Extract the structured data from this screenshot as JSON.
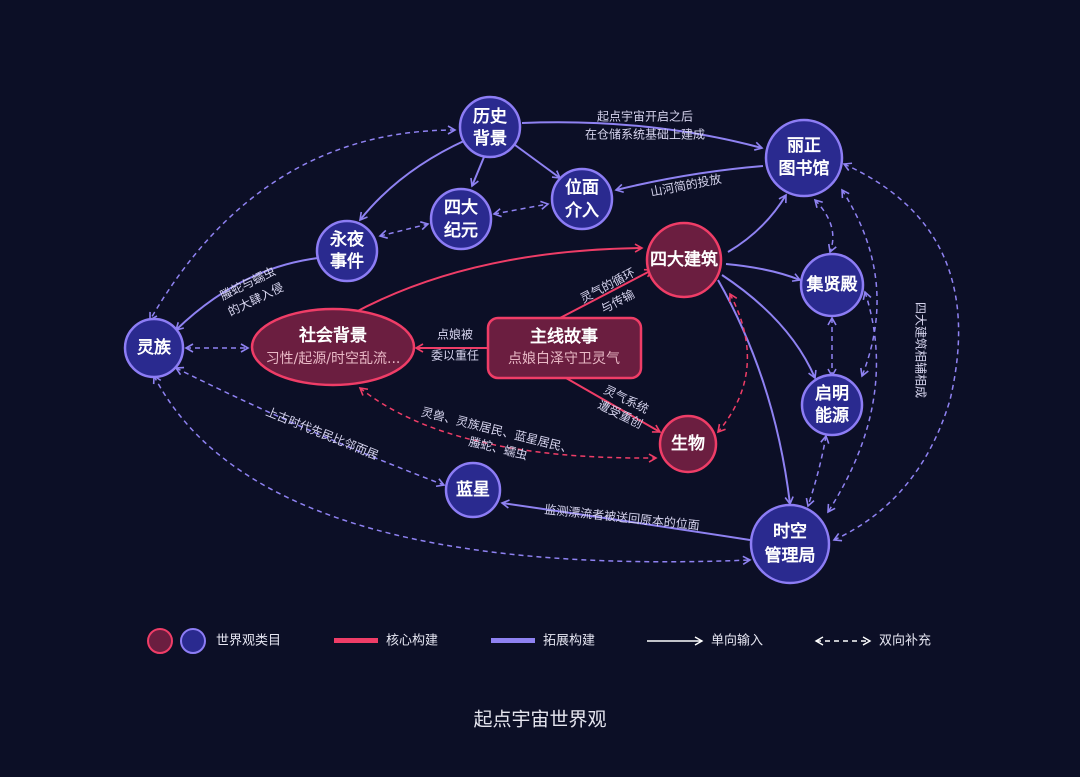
{
  "nodes": {
    "history": {
      "line1": "历史",
      "line2": "背景"
    },
    "library": {
      "line1": "丽正",
      "line2": "图书馆"
    },
    "eras": {
      "line1": "四大",
      "line2": "纪元"
    },
    "plane": {
      "line1": "位面",
      "line2": "介入"
    },
    "night": {
      "line1": "永夜",
      "line2": "事件"
    },
    "buildings": {
      "label": "四大建筑"
    },
    "hall": {
      "label": "集贤殿"
    },
    "lingzu": {
      "label": "灵族"
    },
    "society": {
      "title": "社会背景",
      "subtitle": "习性/起源/时空乱流..."
    },
    "main_story": {
      "title": "主线故事",
      "subtitle": "点娘白泽守卫灵气"
    },
    "energy": {
      "line1": "启明",
      "line2": "能源"
    },
    "creatures": {
      "label": "生物"
    },
    "blue_star": {
      "label": "蓝星"
    },
    "bureau": {
      "line1": "时空",
      "line2": "管理局"
    }
  },
  "edge_labels": {
    "history_library": [
      "起点宇宙开启之后",
      "在仓储系统基础上建成"
    ],
    "library_plane": [
      "山河简的投放"
    ],
    "night_lingzu": [
      "螣蛇与蠕虫",
      "的大肆入侵"
    ],
    "story_society": [
      "点娘被",
      "委以重任"
    ],
    "story_buildings": [
      "灵气的循环",
      "与传输"
    ],
    "story_creatures": [
      "灵气系统",
      "遭受重创"
    ],
    "society_creatures": [
      "灵兽、灵族居民、蓝星居民、",
      "螣蛇、蠕虫"
    ],
    "lingzu_bluestar": [
      "上古时代先民比邻而居"
    ],
    "bureau_bluestar": [
      "监测漂流者被送回原本的位面"
    ],
    "buildings_complement": [
      "四大建筑相辅相成"
    ]
  },
  "legend": {
    "category": "世界观类目",
    "core": "核心构建",
    "extended": "拓展构建",
    "one_way": "单向输入",
    "two_way": "双向补充"
  },
  "footer": {
    "title": "起点宇宙世界观"
  },
  "colors": {
    "background": "#0c0f26",
    "core_red": "#ef3d67",
    "extended_purple": "#8f82f2",
    "node_fill_blue": "#2a2a8f",
    "node_fill_red": "#6b1e40"
  }
}
